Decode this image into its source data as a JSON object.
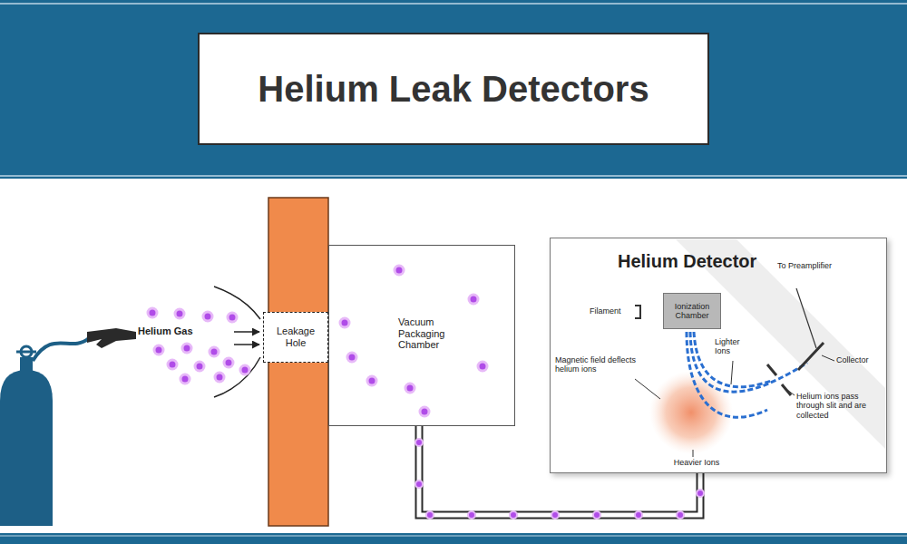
{
  "diagram": {
    "title": "Helium Leak Detectors",
    "nodes": [
      {
        "text": [
          "Leakage Hole"
        ]
      },
      {
        "text": [
          "Vacuum Packaging Chamber"
        ]
      },
      {
        "text": [
          "Helium Detector"
        ]
      },
      {
        "text": [
          "Ionization Chamber"
        ],
        "in": 2
      }
    ],
    "edges": [
      {
        "from": 1,
        "to": 2,
        "arrow": "none"
      }
    ],
    "labels": [
      "Helium Gas",
      "Filament",
      "To Preamplifier",
      "Lighter Ions",
      "Collector",
      "Magnetic field deflects helium ions",
      "Helium ions pass through slit and are collected",
      "Heavier Ions"
    ]
  }
}
